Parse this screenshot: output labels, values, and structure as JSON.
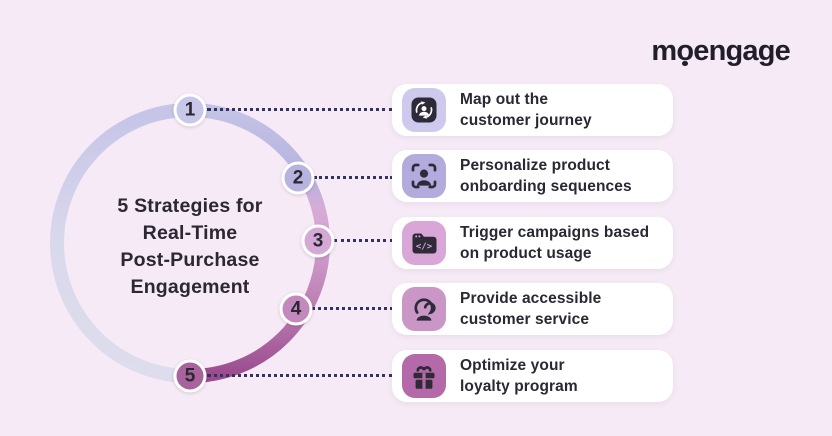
{
  "logo": {
    "text": "moengage",
    "color": "#221e29"
  },
  "diagram": {
    "title_lines": [
      "5 Strategies for",
      "Real-Time",
      "Post-Purchase",
      "Engagement"
    ],
    "badges": [
      {
        "label": "1",
        "color": "#c8c6e9"
      },
      {
        "label": "2",
        "color": "#b6b3de"
      },
      {
        "label": "3",
        "color": "#d5a9d6"
      },
      {
        "label": "4",
        "color": "#c389bd"
      },
      {
        "label": "5",
        "color": "#a8639c"
      }
    ],
    "ring_gradient_clockwise": [
      "#c4c2e6",
      "#b6b3de",
      "#d7abd8",
      "#d2a2d1",
      "#bb7cb1",
      "#9a4b8d"
    ],
    "ring_gradient_left_side": [
      "#c6c4e7",
      "#dddded"
    ],
    "connector_color": "#32335f"
  },
  "strategies": [
    {
      "number": "1",
      "icon": "customer-journey-loop-icon",
      "icon_bg": "#cecaee",
      "line1": "Map out the",
      "line2": "customer journey"
    },
    {
      "number": "2",
      "icon": "personalize-face-scan-icon",
      "icon_bg": "#b3abdd",
      "line1": "Personalize product",
      "line2": "onboarding sequences"
    },
    {
      "number": "3",
      "icon": "code-folder-icon",
      "icon_bg": "#d9a6d8",
      "line1": "Trigger campaigns based",
      "line2": "on product usage"
    },
    {
      "number": "4",
      "icon": "support-agent-icon",
      "icon_bg": "#c996c5",
      "line1": "Provide accessible",
      "line2": "customer service"
    },
    {
      "number": "5",
      "icon": "gift-icon",
      "icon_bg": "#b469a8",
      "line1": "Optimize your",
      "line2": "loyalty program"
    }
  ],
  "colors": {
    "background": "#f5eaf5",
    "card_bg": "#ffffff",
    "text_dark": "#2b2733"
  }
}
